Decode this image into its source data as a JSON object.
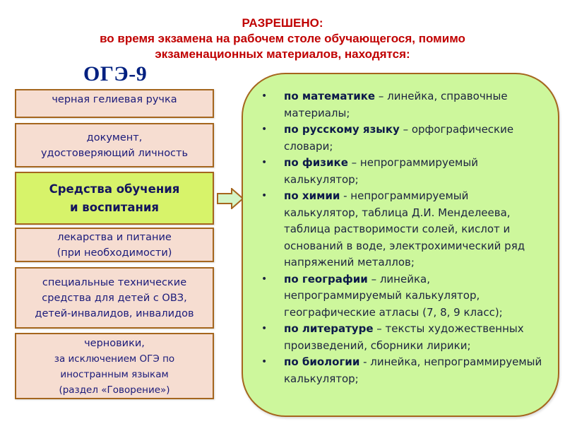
{
  "header": {
    "line1": "РАЗРЕШЕНО:",
    "line2": "во время экзамена на рабочем столе обучающегося, помимо",
    "line3": "экзаменационных материалов, находятся:"
  },
  "exam_title": "ОГЭ-9",
  "left_items": [
    {
      "lines": [
        "черная гелиевая ручка"
      ]
    },
    {
      "lines": [
        "документ,",
        "удостоверяющий личность"
      ]
    },
    {
      "lines": [
        "Средства обучения",
        "и воспитания"
      ],
      "highlighted": true
    },
    {
      "lines": [
        "лекарства и питание",
        "(при необходимости)"
      ]
    },
    {
      "lines": [
        "специальные технические",
        "средства для детей с ОВЗ,",
        "детей-инвалидов, инвалидов"
      ]
    },
    {
      "lines": [
        "черновики,",
        "за исключением ОГЭ по",
        "иностранным языкам",
        "(раздел «Говорение»)"
      ]
    }
  ],
  "arrow_icon": "right-arrow-icon",
  "subjects": [
    {
      "bullet": "•",
      "subject": "по математике",
      "text": " – линейка, справочные материалы;"
    },
    {
      "bullet": "•",
      "subject": "по русскому языку",
      "text": " – орфографические словари;"
    },
    {
      "bullet": "•",
      "subject": "по физике",
      "text": " – непрограммируемый калькулятор;"
    },
    {
      "bullet": "•",
      "subject": "по химии",
      "text": " - непрограммируемый калькулятор, таблица Д.И. Менделеева, таблица растворимости солей, кислот и оснований в воде, электрохимический ряд напряжений металлов;"
    },
    {
      "bullet": "•",
      "subject": "по географии",
      "text": " – линейка, непрограммируемый калькулятор, географические атласы (7, 8, 9 класс);"
    },
    {
      "bullet": "•",
      "subject": "по литературе",
      "text": " – тексты художественных произведений, сборники лирики;"
    },
    {
      "bullet": "•",
      "subject": "по биологии",
      "text": " - линейка, непрограммируемый калькулятор;"
    }
  ],
  "colors": {
    "header_red": "#c00000",
    "title_blue": "#002080",
    "box_fill": "#f6ddd1",
    "box_border": "#a5661e",
    "highlight_fill": "#d7f36a",
    "panel_fill": "#cdf79c",
    "arrow_fill": "#d4f5c6"
  }
}
